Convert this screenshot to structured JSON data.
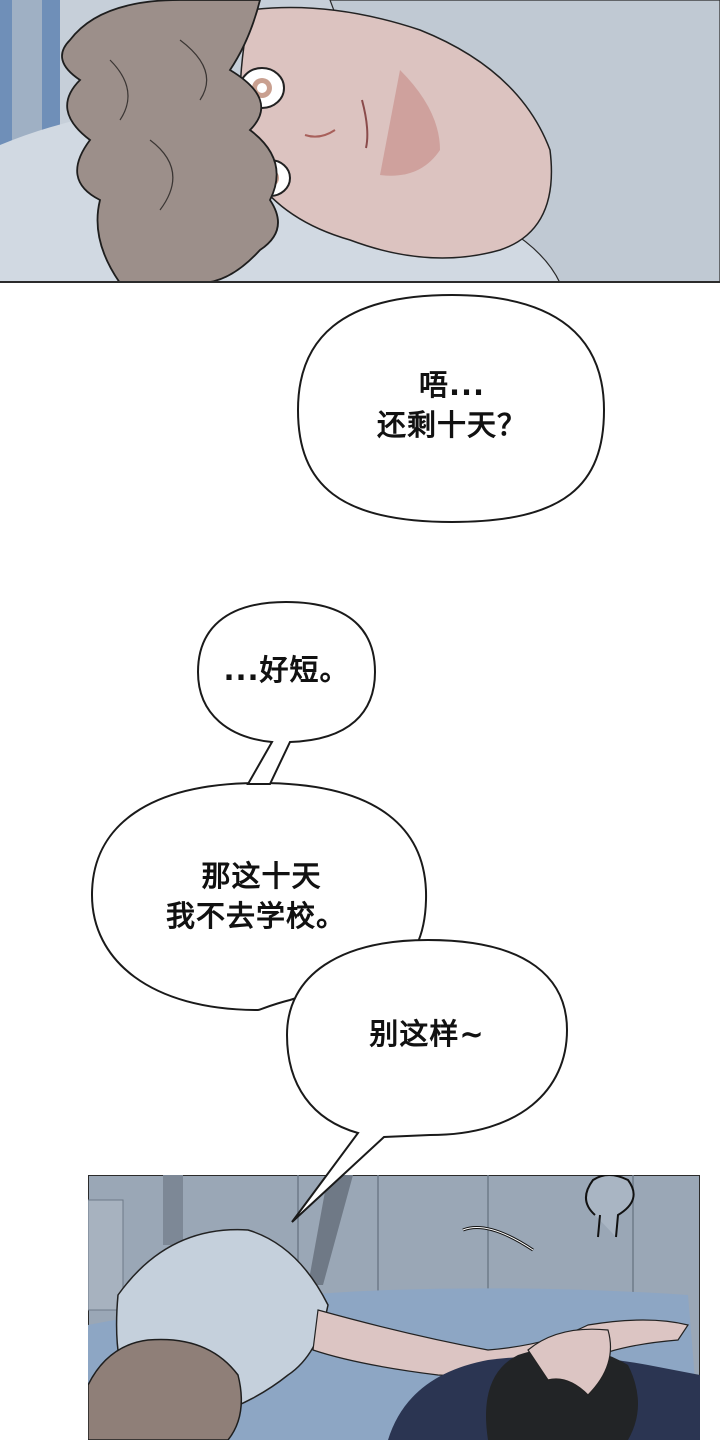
{
  "comic": {
    "panels": [
      {
        "id": "panel-1",
        "description": "Close-up of a curly-haired young man lying on his side on a pillow, looking up, blushing",
        "colors": {
          "background_blue": "#6f8fb8",
          "sheet": "#c9d2dc",
          "hair": "#9c8f8a",
          "skin": "#dcc3c0",
          "hoodie": "#c3ccd6"
        }
      },
      {
        "id": "panel-2",
        "description": "Curly-haired young man in a white t-shirt lying across another dark-haired person, hand resting on their head; motion marks above",
        "colors": {
          "wall": "#9aa7b6",
          "shirt": "#c5d0dc",
          "blanket": "#8da6c4",
          "dark_hair": "#222426",
          "navy_shirt": "#2b3552",
          "hair_brown": "#8f7f78"
        }
      }
    ],
    "bubbles": [
      {
        "id": "bubble-1",
        "lines": "唔...\n还剩十天？"
      },
      {
        "id": "bubble-2",
        "lines": "...好短。"
      },
      {
        "id": "bubble-3",
        "lines": " 那这十天\n我不去学校。"
      },
      {
        "id": "bubble-4",
        "lines": "别这样~"
      }
    ]
  }
}
